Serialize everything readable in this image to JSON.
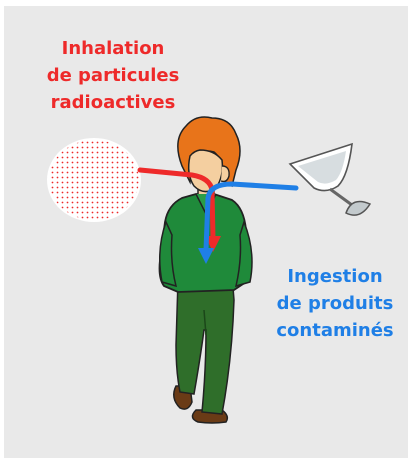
{
  "inhalation": {
    "lines": [
      "Inhalation",
      "de particules",
      "radioactives"
    ],
    "color": "#ee2a2a"
  },
  "ingestion": {
    "lines": [
      "Ingestion",
      "de produits",
      "contaminés"
    ],
    "color": "#1f7fe6"
  },
  "colors": {
    "background": "#e9e9e9",
    "hair": "#e8741a",
    "skin": "#f4cfa0",
    "shirt": "#1f8a3a",
    "pants": "#2f6e2a",
    "shoes": "#6a3b16",
    "particles": "#ee2a2a",
    "glass": "#9aa3a8"
  }
}
